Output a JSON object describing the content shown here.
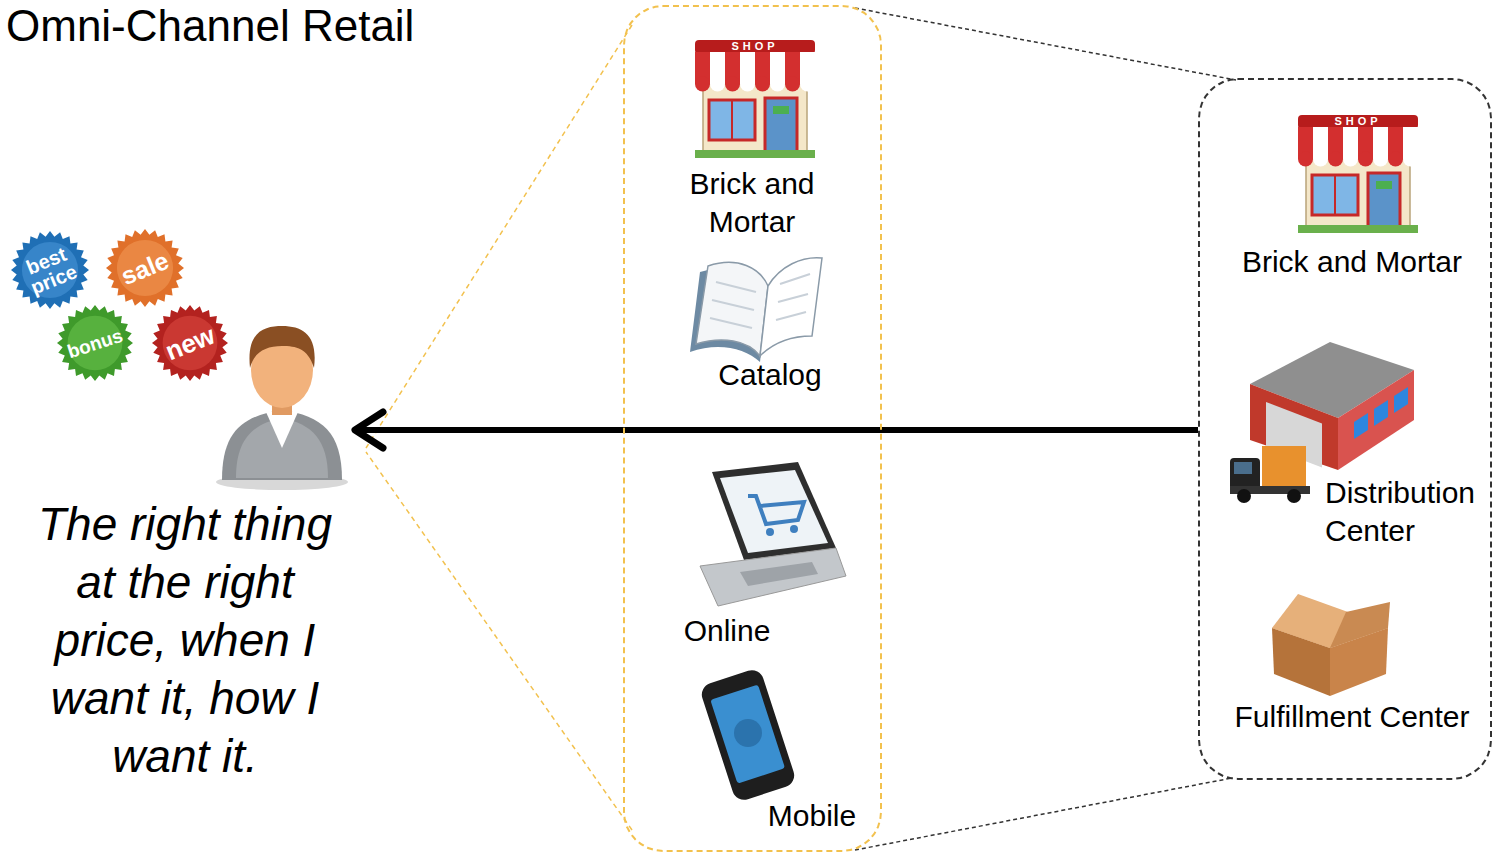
{
  "diagram": {
    "title": "Omni-Channel Retail",
    "nodes": [
      {
        "text": [
          "The right thing at the right price, when I want it, how I want it."
        ]
      },
      {
        "text": []
      },
      {
        "text": [
          "Brick and Mortar"
        ],
        "in": 1
      },
      {
        "text": [
          "Catalog"
        ],
        "in": 1
      },
      {
        "text": [
          "Online"
        ],
        "in": 1
      },
      {
        "text": [
          "Mobile"
        ],
        "in": 1
      },
      {
        "text": []
      },
      {
        "text": [
          "Brick and Mortar"
        ],
        "in": 6
      },
      {
        "text": [
          "Distribution Center"
        ],
        "in": 6
      },
      {
        "text": [
          "Fulfillment Center"
        ],
        "in": 6
      }
    ],
    "edges": [
      {
        "from": 6,
        "to": 0,
        "arrow": "to"
      }
    ],
    "labels": [
      "best price",
      "sale",
      "bonus",
      "new",
      "SHOP",
      "SHOP"
    ]
  }
}
